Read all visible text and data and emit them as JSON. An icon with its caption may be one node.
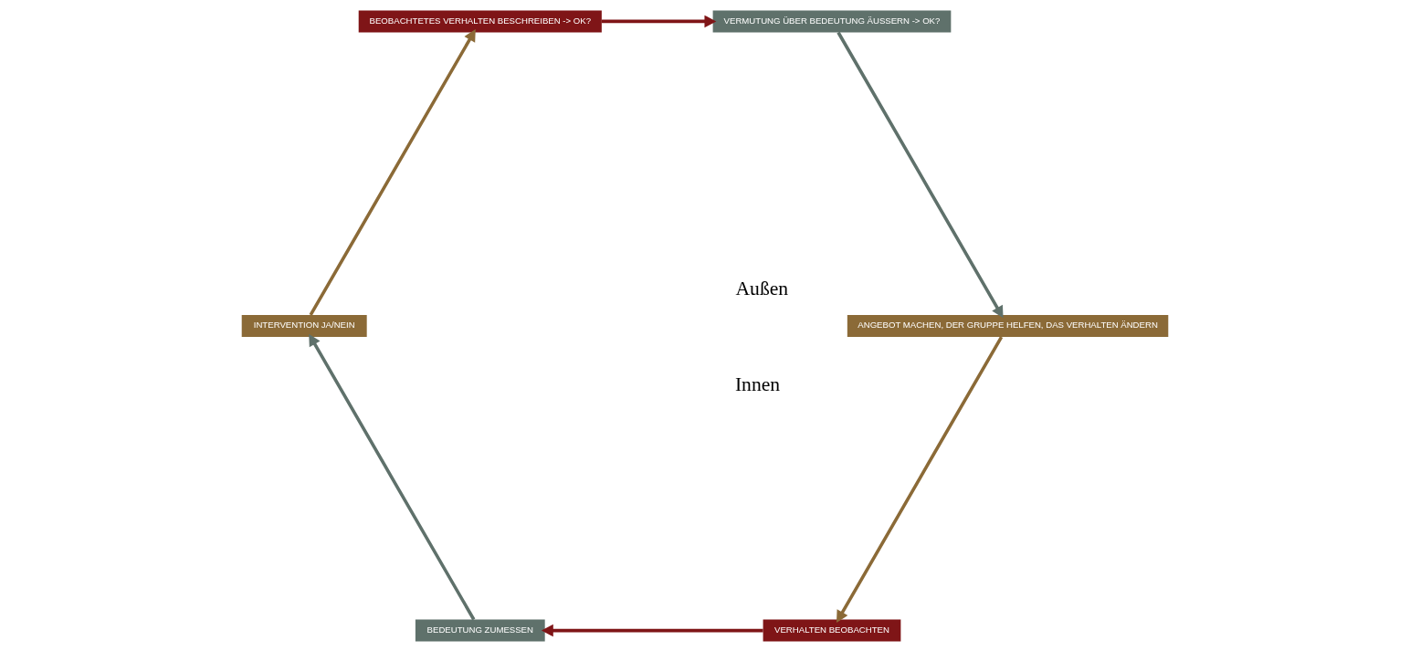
{
  "diagram": {
    "nodes": [
      {
        "text": [
          "VERHALTEN BEOBACHTEN"
        ]
      },
      {
        "text": [
          "BEDEUTUNG ZUMESSEN"
        ]
      },
      {
        "text": [
          "INTERVENTION JA/NEIN"
        ]
      },
      {
        "text": [
          "BEOBACHTETES VERHALTEN BESCHREIBEN -> OK?"
        ]
      },
      {
        "text": [
          "VERMUTUNG ÜBER BEDEUTUNG ÄUSSERN -> OK?"
        ]
      },
      {
        "text": [
          "ANGEBOT MACHEN, DER GRUPPE HELFEN, DAS VERHALTEN ÄNDERN"
        ]
      }
    ],
    "edges": [
      {
        "from": 0,
        "to": 1,
        "arrow": "to",
        "color": "#7f1517"
      },
      {
        "from": 1,
        "to": 2,
        "arrow": "to",
        "color": "#5f716b"
      },
      {
        "from": 2,
        "to": 3,
        "arrow": "to",
        "color": "#8b6a37"
      },
      {
        "from": 3,
        "to": 4,
        "arrow": "to",
        "color": "#7f1517"
      },
      {
        "from": 4,
        "to": 5,
        "arrow": "to",
        "color": "#5f716b"
      },
      {
        "from": 5,
        "to": 0,
        "arrow": "to",
        "color": "#8b6a37"
      }
    ],
    "labels": [
      "Außen",
      "Innen"
    ]
  }
}
